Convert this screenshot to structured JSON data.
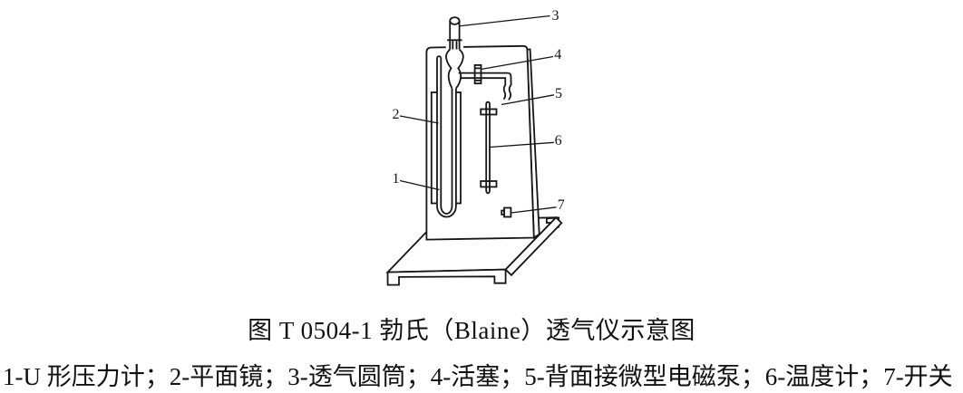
{
  "figure": {
    "caption": "图 T 0504-1 勃氏（Blaine）透气仪示意图",
    "legend": "1-U 形压力计；2-平面镜；3-透气圆筒；4-活塞；5-背面接微型电磁泵；6-温度计；7-开关",
    "callouts": [
      {
        "num": "1",
        "label": "U 形压力计"
      },
      {
        "num": "2",
        "label": "平面镜"
      },
      {
        "num": "3",
        "label": "透气圆筒"
      },
      {
        "num": "4",
        "label": "活塞"
      },
      {
        "num": "5",
        "label": "背面接微型电磁泵"
      },
      {
        "num": "6",
        "label": "温度计"
      },
      {
        "num": "7",
        "label": "开关"
      }
    ],
    "colors": {
      "ink": "#161616",
      "paper": "#ffffff"
    }
  }
}
